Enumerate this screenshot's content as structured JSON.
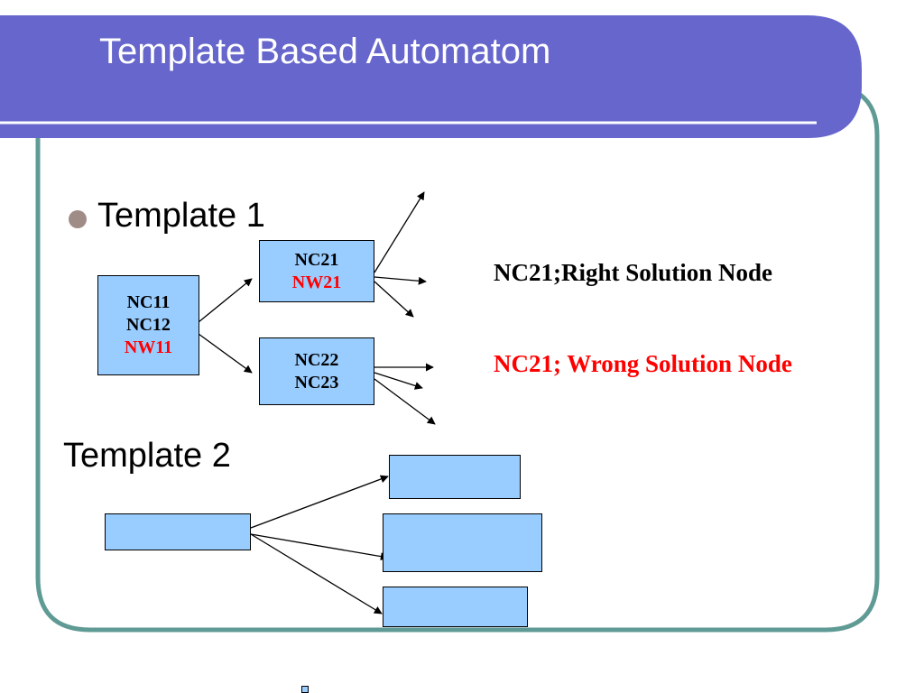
{
  "slide": {
    "title": "Template Based Automatom",
    "colors": {
      "header": "#6666cc",
      "frame": "#5f9a94",
      "node_fill": "#99ccff",
      "wrong": "#ff0000",
      "bullet": "#a08c86"
    }
  },
  "template1": {
    "label": "Template 1",
    "root": {
      "lines": [
        "NC11",
        "NC12"
      ],
      "wrong": "NW11"
    },
    "child_right": {
      "lines": [
        "NC21"
      ],
      "wrong": "NW21"
    },
    "child_wrong": {
      "lines": [
        "NC22",
        "NC23"
      ]
    }
  },
  "legend": {
    "right": "NC21;Right Solution Node",
    "wrong": "NC21; Wrong Solution Node"
  },
  "template2": {
    "label": "Template 2"
  }
}
